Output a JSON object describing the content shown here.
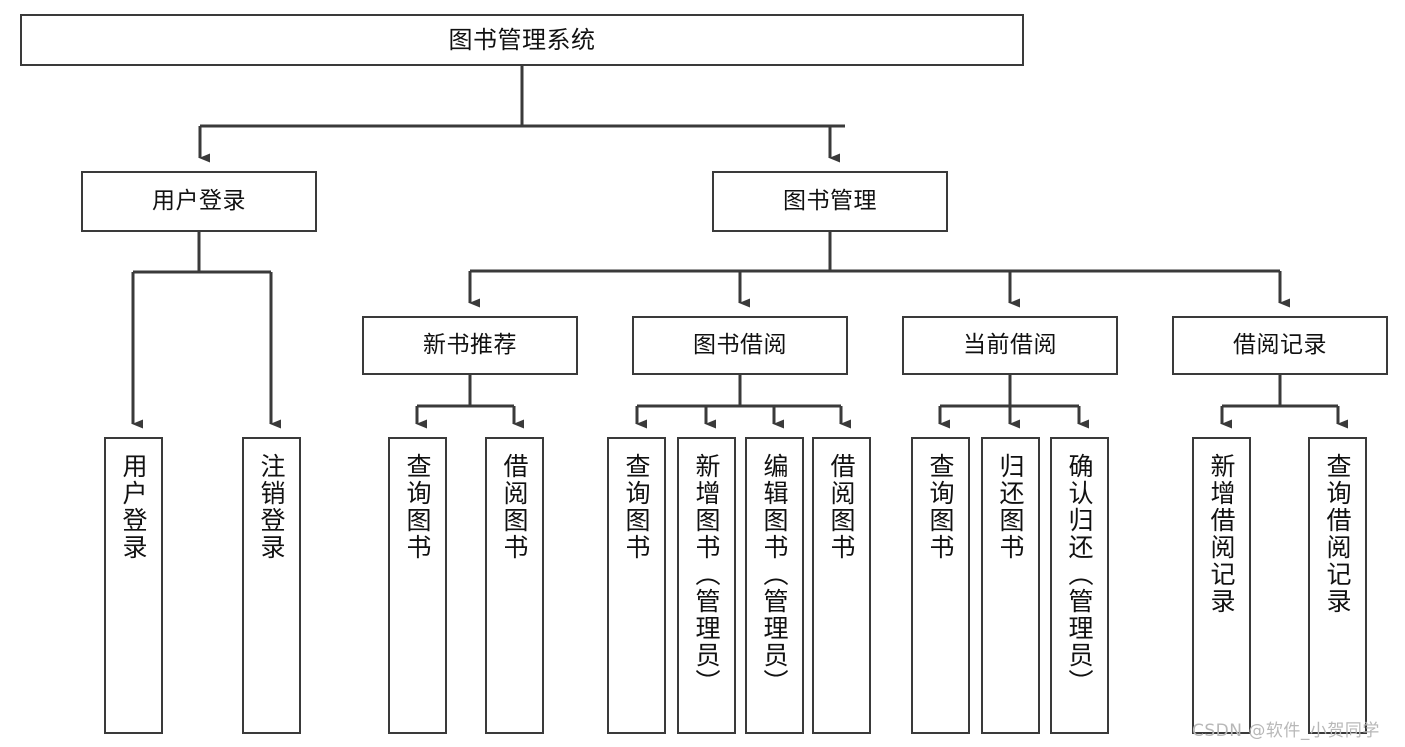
{
  "diagram": {
    "title": "图书管理系统",
    "type": "tree-hierarchy-chart",
    "stroke_color": "#3a3a3a",
    "fill_color": "#ffffff",
    "text_color": "#111111",
    "root": {
      "id": "root",
      "label": "图书管理系统"
    },
    "level2": [
      {
        "id": "user-login",
        "label": "用户登录"
      },
      {
        "id": "book-management",
        "label": "图书管理"
      }
    ],
    "level3": [
      {
        "id": "new-book-recommend",
        "label": "新书推荐"
      },
      {
        "id": "book-borrow",
        "label": "图书借阅"
      },
      {
        "id": "current-borrow",
        "label": "当前借阅"
      },
      {
        "id": "borrow-record",
        "label": "借阅记录"
      }
    ],
    "leaves": {
      "user_login": [
        {
          "id": "leaf-user-login",
          "label": "用户登录"
        },
        {
          "id": "leaf-logout-login",
          "label": "注销登录"
        }
      ],
      "new_book_recommend": [
        {
          "id": "leaf-query-book-1",
          "label": "查询图书"
        },
        {
          "id": "leaf-borrow-book-1",
          "label": "借阅图书"
        }
      ],
      "book_borrow": [
        {
          "id": "leaf-query-book-2",
          "label": "查询图书"
        },
        {
          "id": "leaf-add-book",
          "label": "新增图书（管理员）"
        },
        {
          "id": "leaf-edit-book",
          "label": "编辑图书（管理员）"
        },
        {
          "id": "leaf-borrow-book-2",
          "label": "借阅图书"
        }
      ],
      "current_borrow": [
        {
          "id": "leaf-query-book-3",
          "label": "查询图书"
        },
        {
          "id": "leaf-return-book",
          "label": "归还图书"
        },
        {
          "id": "leaf-confirm-return",
          "label": "确认归还（管理员）"
        }
      ],
      "borrow_record": [
        {
          "id": "leaf-add-record",
          "label": "新增借阅记录"
        },
        {
          "id": "leaf-query-record",
          "label": "查询借阅记录"
        }
      ]
    }
  },
  "watermark": {
    "text": "CSDN @软件_小贺同学"
  }
}
